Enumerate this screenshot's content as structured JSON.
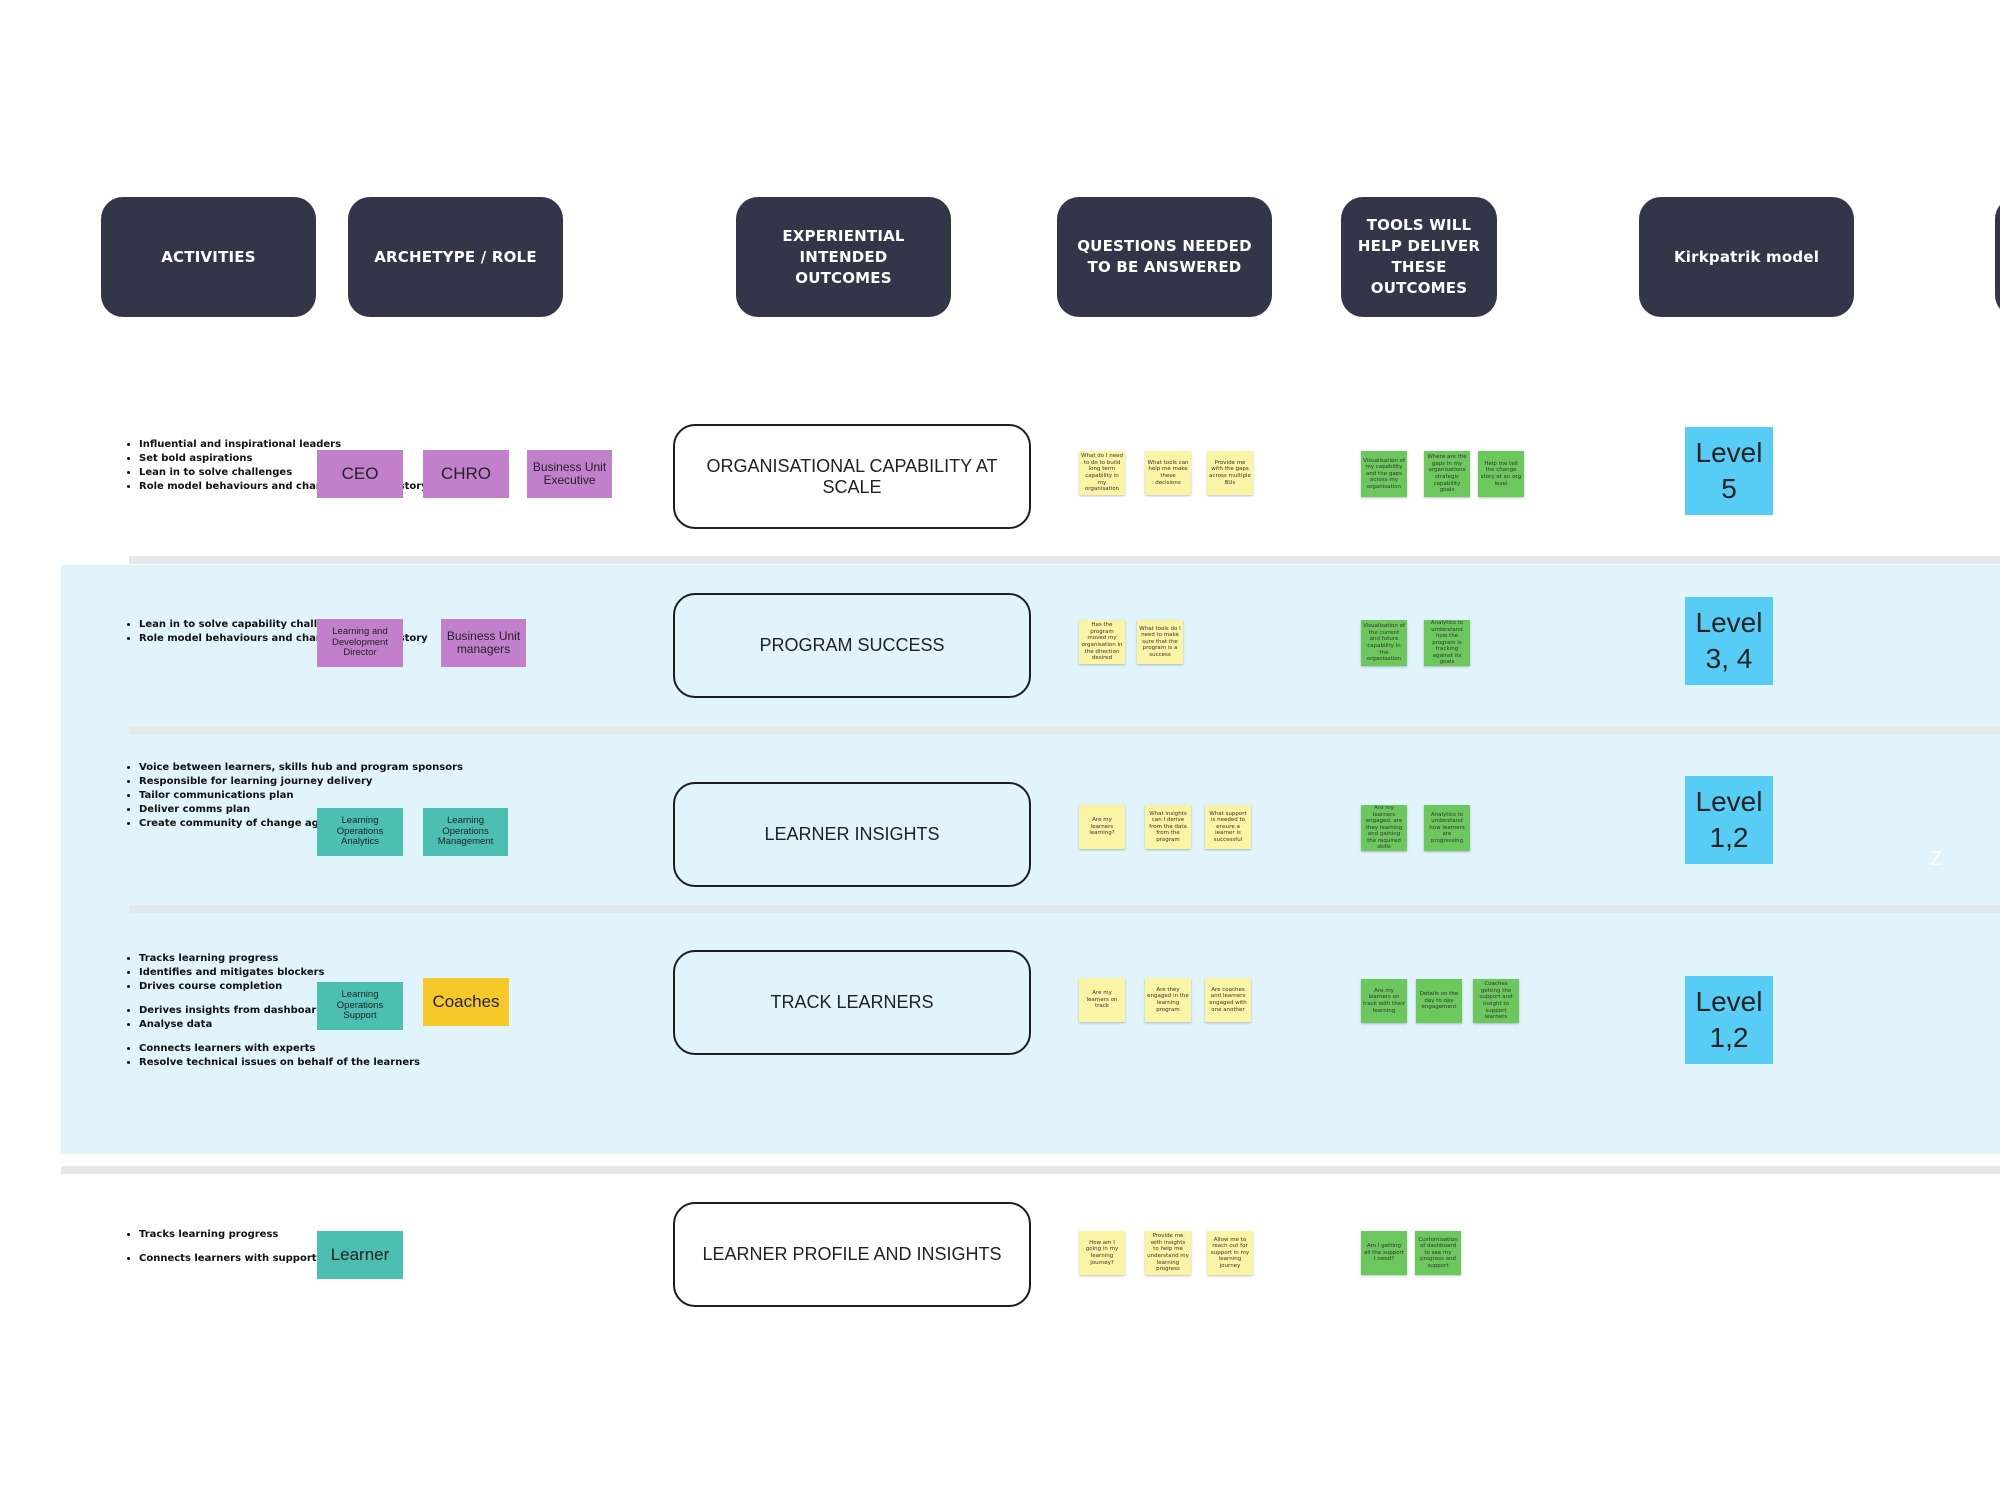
{
  "headers": {
    "activities": "ACTIVITIES",
    "archetype": "ARCHETYPE / ROLE",
    "outcomes": "EXPERIENTIAL INTENDED OUTCOMES",
    "questions": "QUESTIONS NEEDED TO BE ANSWERED",
    "tools": "TOOLS WILL HELP DELIVER THESE OUTCOMES",
    "kirkpatrik": "Kirkpatrik model"
  },
  "rows": [
    {
      "activities": [
        "Influential and inspirational leaders",
        "Set bold aspirations",
        "Lean in to solve challenges",
        "Role model behaviours and champion change story"
      ],
      "roles": [
        "CEO",
        "CHRO",
        "Business Unit Executive"
      ],
      "outcome": "ORGANISATIONAL CAPABILITY AT SCALE",
      "questions": [
        "What do I need to do to build long term capability in my organisation",
        "What tools can help me make these decisions",
        "Provide me with the gaps across multiple BUs"
      ],
      "tools": [
        "Visualisation of my capability and the gaps across my organisation",
        "Where are the gaps in my organisations strategic capability goals",
        "Help me tell the change story at an org level"
      ],
      "level_label": "Level",
      "level_value": "5"
    },
    {
      "activities": [
        "Lean in to solve capability challenges",
        "Role model behaviours and champion change story"
      ],
      "roles": [
        "Learning and Development Director",
        "Business Unit managers"
      ],
      "outcome": "PROGRAM SUCCESS",
      "questions": [
        "Has the program moved my organisation in the direction desired",
        "What tools do I need to make sure that the program is a success"
      ],
      "tools": [
        "Visualisation of the current and future capability in the organisation",
        "Analytics to understand how the program is tracking against its goals"
      ],
      "level_label": "Level",
      "level_value": "3, 4"
    },
    {
      "activities": [
        "Voice between learners, skills hub and program sponsors",
        "Responsible for learning journey delivery",
        "Tailor communications plan",
        "Deliver comms plan",
        "Create community of change agents"
      ],
      "roles": [
        "Learning Operations Analytics",
        "Learning Operations Management"
      ],
      "outcome": "LEARNER INSIGHTS",
      "questions": [
        "Are my learners learning?",
        "What insights can I derive from the data from the program",
        "What support is needed to ensure a learner is successful"
      ],
      "tools": [
        "Are my learners engaged, are they learning and gaining the required skills",
        "Analytics to understand how learners are progressing"
      ],
      "level_label": "Level",
      "level_value": "1,2"
    },
    {
      "activities": [
        "Tracks learning progress",
        "Identifies and mitigates blockers",
        "Drives course completion",
        "Derives insights from dashboard and reports",
        "Analyse data",
        "Connects learners with experts",
        "Resolve technical issues on behalf of the learners"
      ],
      "roles": [
        "Learning Operations Support",
        "Coaches"
      ],
      "outcome": "TRACK LEARNERS",
      "questions": [
        "Are my learners on track",
        "Are they engaged in the learning program",
        "Are coaches and learners engaged with one another"
      ],
      "tools": [
        "Are my learners on track with their learning",
        "Details on the day to day engagement",
        "Coaches getting the support and insight to support learners"
      ],
      "level_label": "Level",
      "level_value": "1,2"
    },
    {
      "activities": [
        "Tracks learning progress",
        "Connects learners with support"
      ],
      "roles": [
        "Learner"
      ],
      "outcome": "LEARNER PROFILE AND INSIGHTS",
      "questions": [
        "How am I going in my learning journey?",
        "Provide me with insights to help me understand my learning progress",
        "Allow me to reach out for support in my learning journey"
      ],
      "tools": [
        "Am I getting all the support I need?",
        "Customisation of dashboard to see my progress and support"
      ]
    }
  ],
  "stray_text": "Z",
  "colors": {
    "header": "#333648",
    "band": "#e1f4fc",
    "purple": "#c27fcc",
    "teal": "#4dbfb2",
    "yellow": "#f6c929",
    "level": "#57cdf5",
    "note_yellow": "#fbf4a4",
    "note_green": "#6cc75c"
  }
}
